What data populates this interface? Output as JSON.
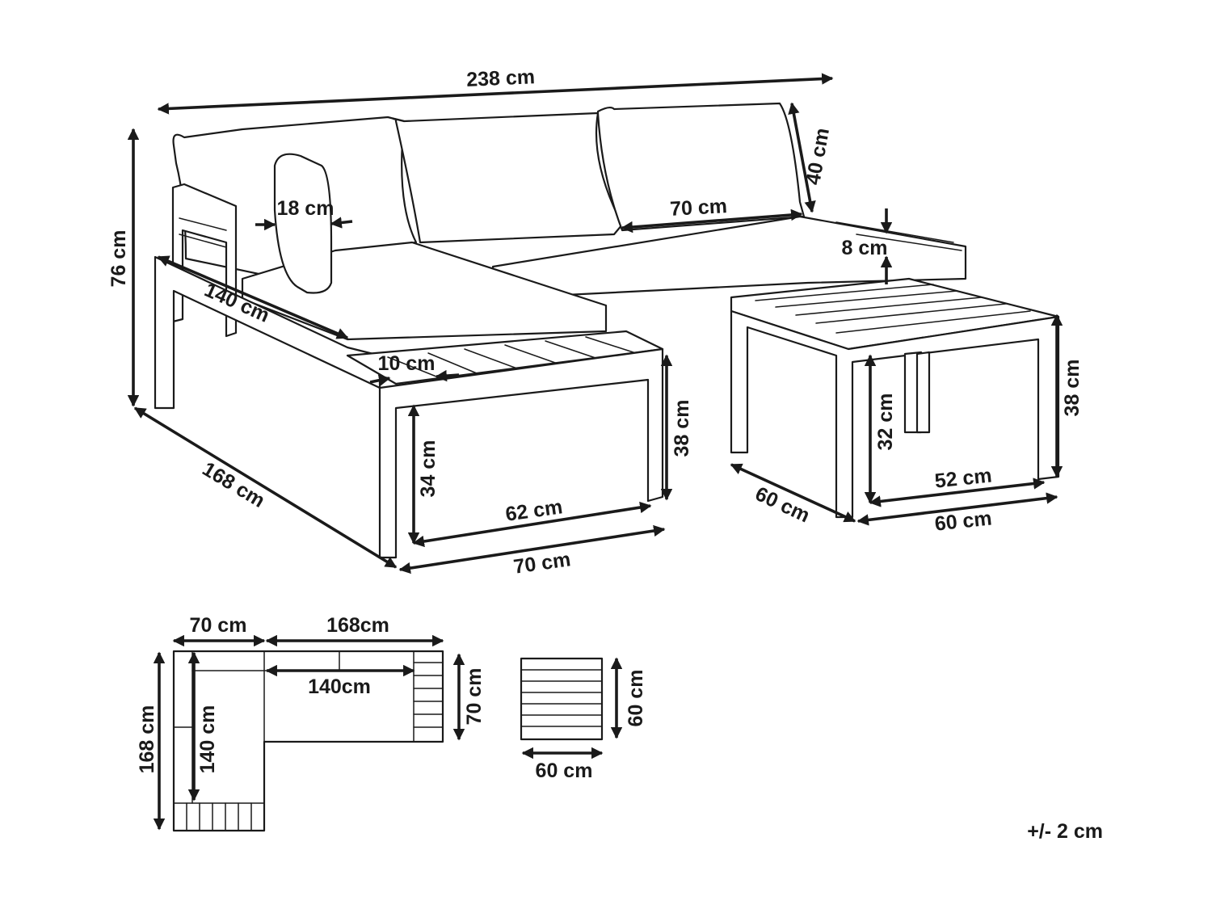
{
  "colors": {
    "line": "#1a1a1a",
    "background": "#ffffff"
  },
  "sofa": {
    "overall_width": "238 cm",
    "back_cushion_height": "40 cm",
    "total_height": "76 cm",
    "pillow_thickness": "18 cm",
    "seat_cushion_length": "140 cm",
    "back_cushion_width": "70 cm",
    "seat_frame_thickness": "8 cm",
    "slat_edge_width": "10 cm",
    "chaise_length": "168 cm",
    "chaise_height": "38 cm",
    "chaise_clearance_height": "34 cm",
    "chaise_inner_width": "62 cm",
    "chaise_width": "70 cm"
  },
  "table": {
    "height": "38 cm",
    "clearance_height": "32 cm",
    "inner_width": "52 cm",
    "depth": "60 cm",
    "width": "60 cm"
  },
  "plan_view": {
    "chaise_width": "70 cm",
    "sofa_length": "168cm",
    "cushion_length_h": "140cm",
    "sofa_depth": "70 cm",
    "chaise_length": "168 cm",
    "cushion_length_v": "140 cm",
    "table_depth": "60 cm",
    "table_width": "60 cm"
  },
  "tolerance": "+/- 2 cm"
}
